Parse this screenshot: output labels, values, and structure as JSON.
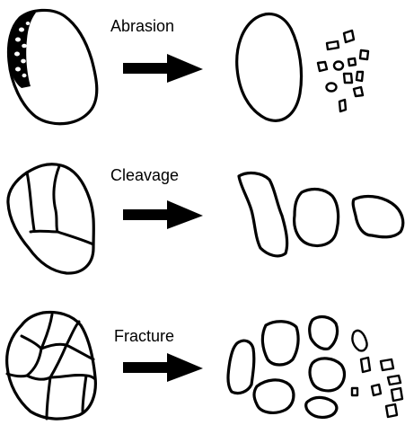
{
  "labels": {
    "abrasion": "Abrasion",
    "cleavage": "Cleavage",
    "fracture": "Fracture"
  },
  "colors": {
    "ink": "#000000",
    "background": "#ffffff"
  }
}
